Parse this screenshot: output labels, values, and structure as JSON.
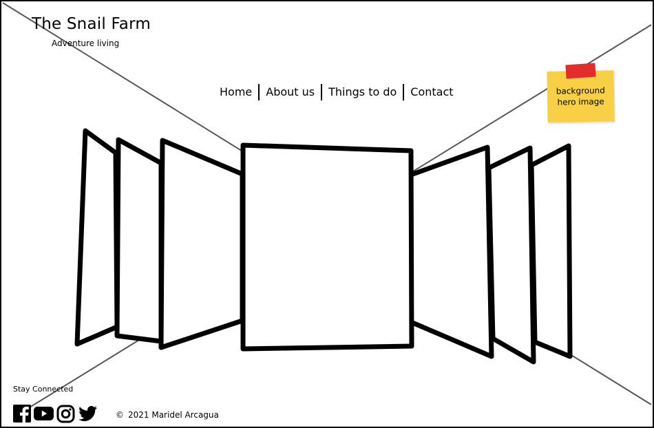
{
  "header": {
    "title": "The Snail Farm",
    "subtitle": "Adventure living"
  },
  "nav": {
    "items": [
      {
        "label": "Home"
      },
      {
        "label": "About us"
      },
      {
        "label": "Things to do"
      },
      {
        "label": "Contact"
      }
    ]
  },
  "note": {
    "line1": "background",
    "line2": "hero image",
    "color": "#f7d046",
    "tape_color": "#e32c2c"
  },
  "footer": {
    "stay_connected": "Stay Connected",
    "social_icons": [
      "facebook-icon",
      "youtube-icon",
      "instagram-icon",
      "twitter-icon"
    ],
    "copyright_symbol": "©",
    "copyright_text": "2021 Maridel Arcagua"
  }
}
